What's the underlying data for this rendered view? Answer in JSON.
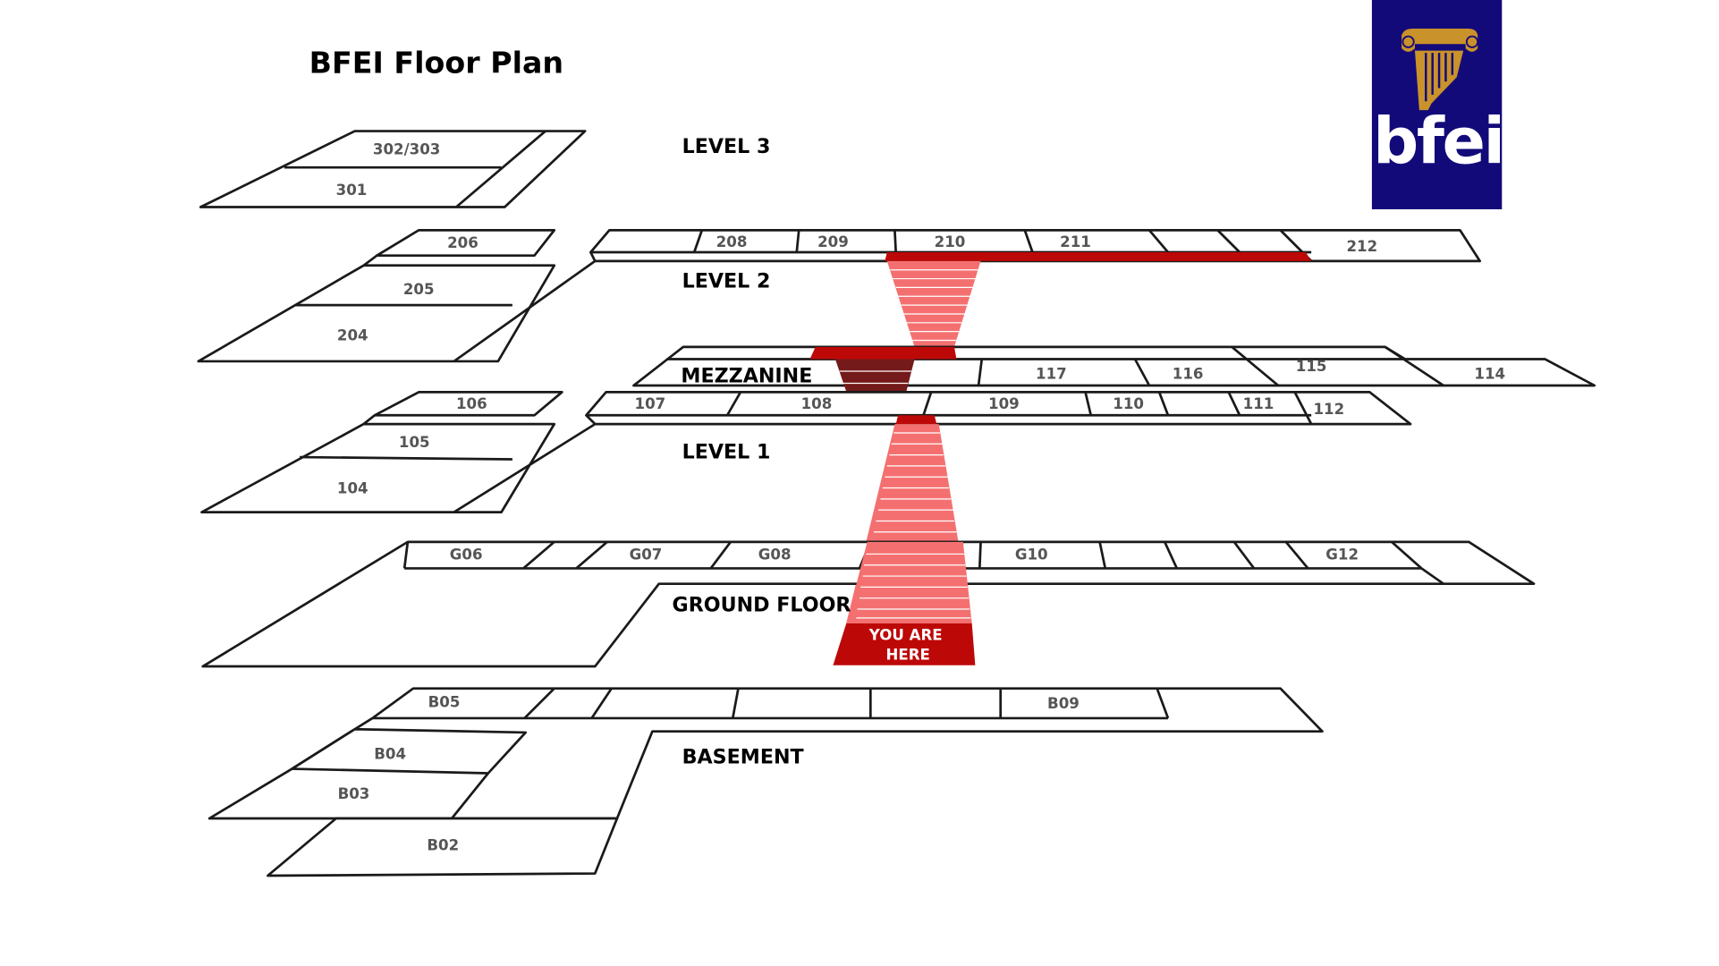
{
  "title": "BFEI Floor Plan",
  "logo": {
    "text": "bfei",
    "bg_color": "#130a7a",
    "gold_color": "#c9922a"
  },
  "colors": {
    "stair_red": "#bd0808",
    "stair_pink": "#f47070",
    "stair_dark": "#741a1a"
  },
  "levels": {
    "level3": "LEVEL 3",
    "level2": "LEVEL 2",
    "mezzanine": "MEZZANINE",
    "level1": "LEVEL 1",
    "ground": "GROUND FLOOR",
    "basement": "BASEMENT"
  },
  "you_are_here": {
    "line1": "YOU ARE",
    "line2": "HERE"
  },
  "rooms": {
    "r302": "302/303",
    "r301": "301",
    "r206": "206",
    "r208": "208",
    "r209": "209",
    "r210": "210",
    "r211": "211",
    "r212": "212",
    "r205": "205",
    "r204": "204",
    "r117": "117",
    "r116": "116",
    "r115": "115",
    "r114": "114",
    "r106": "106",
    "r107": "107",
    "r108": "108",
    "r109": "109",
    "r110": "110",
    "r111": "111",
    "r112": "112",
    "r105": "105",
    "r104": "104",
    "g06": "G06",
    "g07": "G07",
    "g08": "G08",
    "g10": "G10",
    "g12": "G12",
    "b05": "B05",
    "b09": "B09",
    "b04": "B04",
    "b03": "B03",
    "b02": "B02"
  }
}
